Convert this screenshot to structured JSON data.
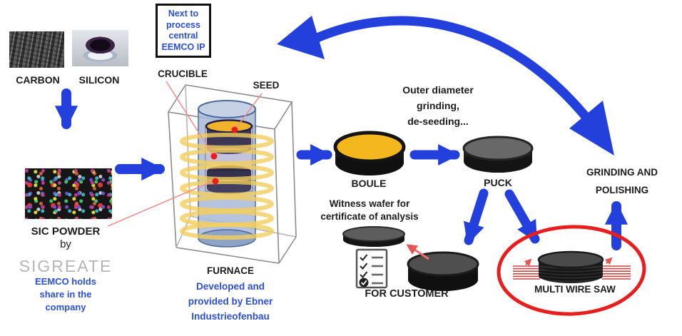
{
  "diagram_title": "SiC crystal growth and wafer production process",
  "palette": {
    "arrow_blue": "#2340dd",
    "note_blue": "#2b4fd7",
    "highlight_red": "#e81d1d",
    "pointer_salmon": "#f08f8f",
    "boule_yellow": "#f5b71e",
    "logo_gray": "#b5b5b5"
  },
  "icons": {
    "checklist_icon": "clipboard with checkmarks",
    "red_circle_highlight": "hand-drawn red ellipse",
    "loop_arrow": "double-headed curved blue arrow"
  },
  "materials": {
    "carbon_label": "CARBON",
    "silicon_label": "SILICON"
  },
  "powder": {
    "label": "SIC POWDER",
    "by": "by",
    "brand": "SIGREATE",
    "note_lines": [
      "EEMCO holds",
      "share in the",
      "company"
    ]
  },
  "ip_box": {
    "lines": [
      "Next to",
      "process",
      "central",
      "EEMCO IP"
    ]
  },
  "furnace": {
    "crucible_label": "CRUCIBLE",
    "seed_label": "SEED",
    "label": "FURNACE",
    "note_lines": [
      "Developed and",
      "provided by Ebner",
      "Industrieofenbau"
    ]
  },
  "boule": {
    "label": "BOULE"
  },
  "grinding_note": {
    "lines": [
      "Outer diameter",
      "grinding,",
      "de-seeding..."
    ]
  },
  "puck": {
    "label": "PUCK"
  },
  "witness": {
    "lines": [
      "Witness wafer for",
      "certificate of analysis"
    ],
    "customer_label": "FOR CUSTOMER"
  },
  "saw": {
    "label": "MULTI WIRE SAW"
  },
  "grinding": {
    "lines": [
      "GRINDING AND",
      "POLISHING"
    ]
  }
}
